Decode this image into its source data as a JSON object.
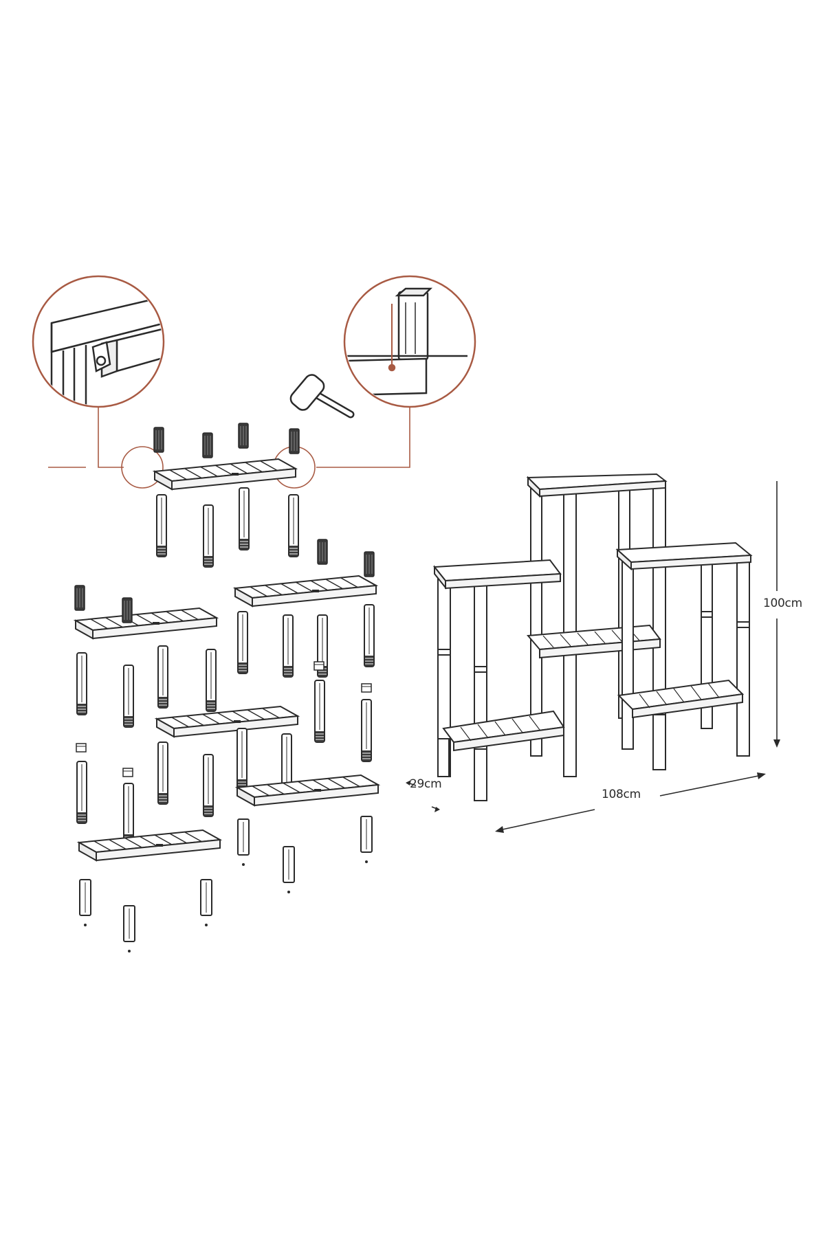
{
  "diagram": {
    "dimensions": {
      "height": "100cm",
      "width": "108cm",
      "depth": "29cm"
    },
    "colors": {
      "line": "#2a2a2a",
      "accent": "#a85a43",
      "peg": "#3a3a3a",
      "background": "#ffffff"
    },
    "icons": [
      "mallet-icon",
      "bracket-detail-callout",
      "peg-insertion-callout"
    ]
  }
}
